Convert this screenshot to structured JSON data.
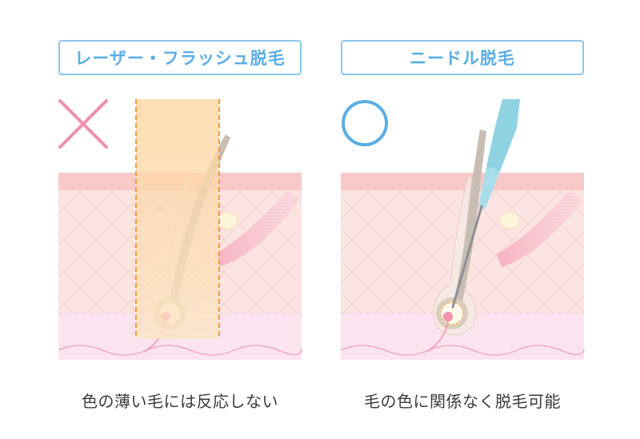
{
  "panels": {
    "left": {
      "title": "レーザー・フラッシュ脱毛",
      "caption": "色の薄い毛には反応しない",
      "mark": "cross-mark-icon"
    },
    "right": {
      "title": "ニードル脱毛",
      "caption": "毛の色に関係なく脱毛可能",
      "mark": "circle-mark-icon"
    }
  },
  "colors": {
    "label_border": "#8cc6ec",
    "label_text": "#5aaee4",
    "cross_mark": "#ef8fb0",
    "circle_mark": "#5aaee4",
    "skin_top": "#f7c9c9",
    "skin_body": "#fbe4e1",
    "subcutis": "#fbe4ef",
    "laser_beam": "#fcc98a",
    "laser_dash": "#f39a2b",
    "hair": "#c8bdb2",
    "needle_holder": "#8fd3e2",
    "needle": "#8e8e94"
  }
}
